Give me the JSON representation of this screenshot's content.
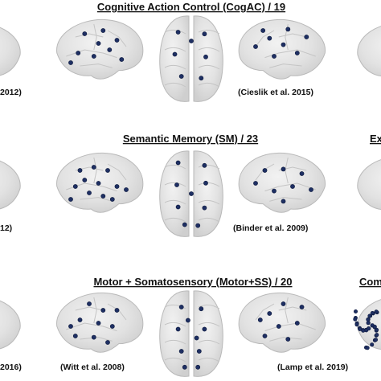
{
  "panels": [
    {
      "id": "cogac",
      "title": "Cognitive Action Control (CogAC) / 19",
      "citation": "(Cieslik et al. 2015)",
      "nodes": {
        "left": [
          [
            0.35,
            0.25
          ],
          [
            0.55,
            0.2
          ],
          [
            0.7,
            0.35
          ],
          [
            0.28,
            0.55
          ],
          [
            0.45,
            0.6
          ],
          [
            0.62,
            0.5
          ],
          [
            0.2,
            0.7
          ],
          [
            0.75,
            0.65
          ],
          [
            0.5,
            0.4
          ]
        ],
        "top": [
          [
            0.3,
            0.2
          ],
          [
            0.7,
            0.22
          ],
          [
            0.25,
            0.45
          ],
          [
            0.72,
            0.48
          ],
          [
            0.35,
            0.7
          ],
          [
            0.65,
            0.72
          ],
          [
            0.5,
            0.3
          ]
        ],
        "right": [
          [
            0.25,
            0.3
          ],
          [
            0.45,
            0.18
          ],
          [
            0.65,
            0.32
          ],
          [
            0.35,
            0.55
          ],
          [
            0.6,
            0.6
          ],
          [
            0.8,
            0.45
          ],
          [
            0.5,
            0.42
          ],
          [
            0.72,
            0.2
          ]
        ]
      }
    },
    {
      "id": "sm",
      "title": "Semantic Memory (SM) / 23",
      "citation": "(Binder et al. 2009)",
      "nodes": {
        "left": [
          [
            0.3,
            0.3
          ],
          [
            0.45,
            0.25
          ],
          [
            0.6,
            0.3
          ],
          [
            0.25,
            0.55
          ],
          [
            0.4,
            0.65
          ],
          [
            0.55,
            0.7
          ],
          [
            0.7,
            0.55
          ],
          [
            0.2,
            0.75
          ],
          [
            0.35,
            0.45
          ],
          [
            0.5,
            0.5
          ],
          [
            0.65,
            0.75
          ],
          [
            0.8,
            0.6
          ]
        ],
        "top": [
          [
            0.3,
            0.15
          ],
          [
            0.7,
            0.18
          ],
          [
            0.28,
            0.4
          ],
          [
            0.72,
            0.38
          ],
          [
            0.3,
            0.65
          ],
          [
            0.7,
            0.66
          ],
          [
            0.4,
            0.85
          ],
          [
            0.6,
            0.86
          ],
          [
            0.5,
            0.5
          ]
        ],
        "right": [
          [
            0.3,
            0.35
          ],
          [
            0.5,
            0.28
          ],
          [
            0.7,
            0.3
          ],
          [
            0.2,
            0.6
          ],
          [
            0.4,
            0.55
          ],
          [
            0.6,
            0.62
          ],
          [
            0.8,
            0.5
          ],
          [
            0.5,
            0.78
          ]
        ]
      }
    },
    {
      "id": "motor",
      "title": "Motor + Somatosensory (Motor+SS) / 20",
      "citation_left": "(Witt et al. 2008)",
      "citation_right": "(Lamp et al. 2019)",
      "nodes": {
        "left": [
          [
            0.4,
            0.2
          ],
          [
            0.55,
            0.3
          ],
          [
            0.3,
            0.45
          ],
          [
            0.5,
            0.5
          ],
          [
            0.65,
            0.55
          ],
          [
            0.25,
            0.7
          ],
          [
            0.45,
            0.72
          ],
          [
            0.7,
            0.3
          ],
          [
            0.6,
            0.8
          ],
          [
            0.2,
            0.55
          ]
        ],
        "top": [
          [
            0.35,
            0.2
          ],
          [
            0.65,
            0.22
          ],
          [
            0.3,
            0.45
          ],
          [
            0.7,
            0.45
          ],
          [
            0.35,
            0.7
          ],
          [
            0.62,
            0.7
          ],
          [
            0.45,
            0.35
          ],
          [
            0.58,
            0.55
          ],
          [
            0.4,
            0.88
          ],
          [
            0.6,
            0.88
          ]
        ],
        "right": [
          [
            0.3,
            0.25
          ],
          [
            0.5,
            0.2
          ],
          [
            0.65,
            0.35
          ],
          [
            0.35,
            0.5
          ],
          [
            0.55,
            0.55
          ],
          [
            0.75,
            0.45
          ],
          [
            0.45,
            0.75
          ],
          [
            0.7,
            0.7
          ]
        ]
      }
    }
  ],
  "edge_fragments": {
    "left_citations": [
      "2012)",
      "12)",
      "2016)"
    ],
    "right_titles": [
      "Ex",
      "Com"
    ]
  }
}
